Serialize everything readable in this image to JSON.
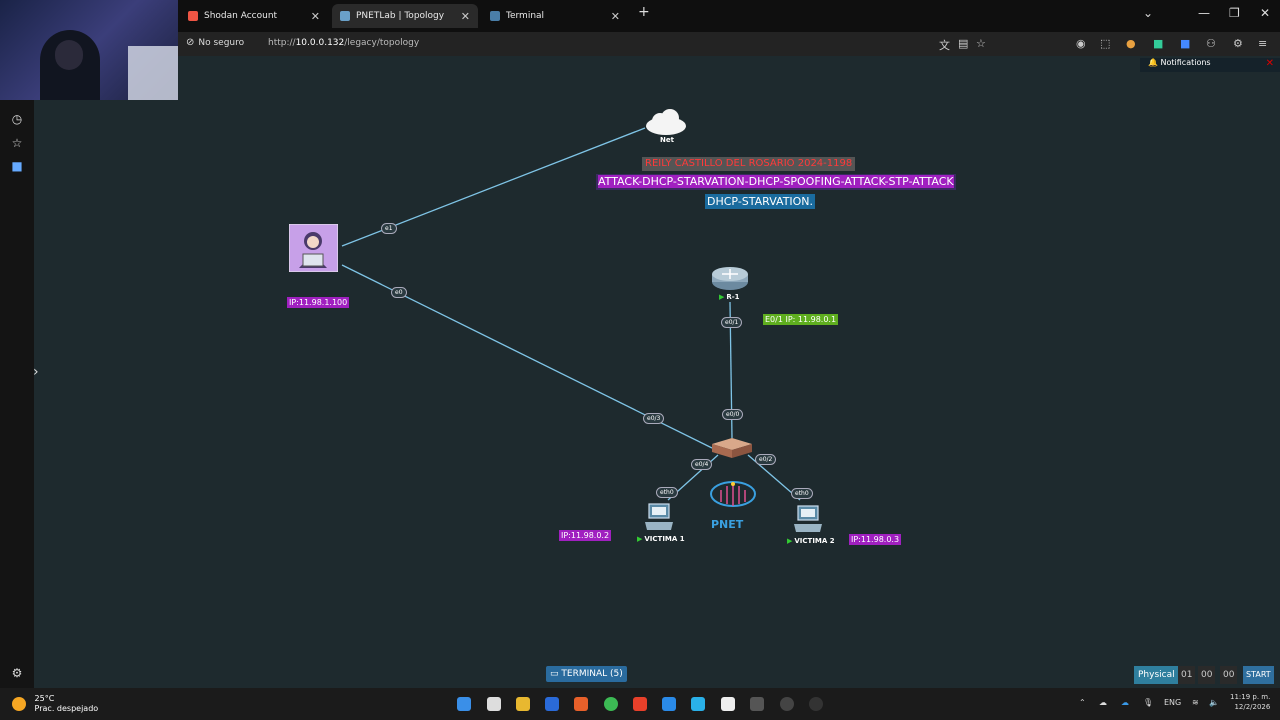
{
  "browser": {
    "tabs": [
      {
        "label": "Shodan Account",
        "active": false
      },
      {
        "label": "PNETLab | Topology",
        "active": true
      },
      {
        "label": "Terminal",
        "active": false
      }
    ],
    "security_label": "No seguro",
    "url_prefix": "http://",
    "url_host": "10.0.0.132",
    "url_path": "/legacy/topology"
  },
  "notifications": {
    "title": "Notifications"
  },
  "topology": {
    "banner_name": "REILY CASTILLO DEL ROSARIO   2024-1198",
    "banner_attack": "ATTACK-DHCP-STARVATION-DHCP-SPOOFING-ATTACK-STP-ATTACK",
    "banner_dhcp": "DHCP-STARVATION.",
    "nodes": {
      "net": "Net",
      "router": "R-1",
      "victim1": "VICTIMA 1",
      "victim2": "VICTIMA 2",
      "pnet": "PNET"
    },
    "interfaces": {
      "attacker_e1": "e1",
      "attacker_e0": "e0",
      "switch_e03": "e0/3",
      "switch_e00": "e0/0",
      "switch_e04": "e0/4",
      "switch_e02": "e0/2",
      "router_e01": "e0/1",
      "victim1_eth0": "eth0",
      "victim2_eth0": "eth0"
    },
    "ips": {
      "attacker": "IP:11.98.1.100",
      "router": "E0/1 IP: 11.98.0.1",
      "victim1": "IP:11.98.0.2",
      "victim2": "IP:11.98.0.3"
    }
  },
  "footer": {
    "terminal_label": "TERMINAL (5)",
    "physical_label": "Physical",
    "clock_h": "01",
    "clock_m": "00",
    "clock_s": "00",
    "start_label": "START"
  },
  "taskbar": {
    "temperature": "25°C",
    "weather": "Prac. despejado",
    "lang": "ENG",
    "time": "11:19 p. m.",
    "date": "12/2/2026"
  },
  "colors": {
    "canvas_bg": "#1e2a2e",
    "link": "#7fc4e6",
    "ip_purple": "#a020c0",
    "ip_green": "#5fae1f",
    "banner_red": "#ff3a3a"
  }
}
